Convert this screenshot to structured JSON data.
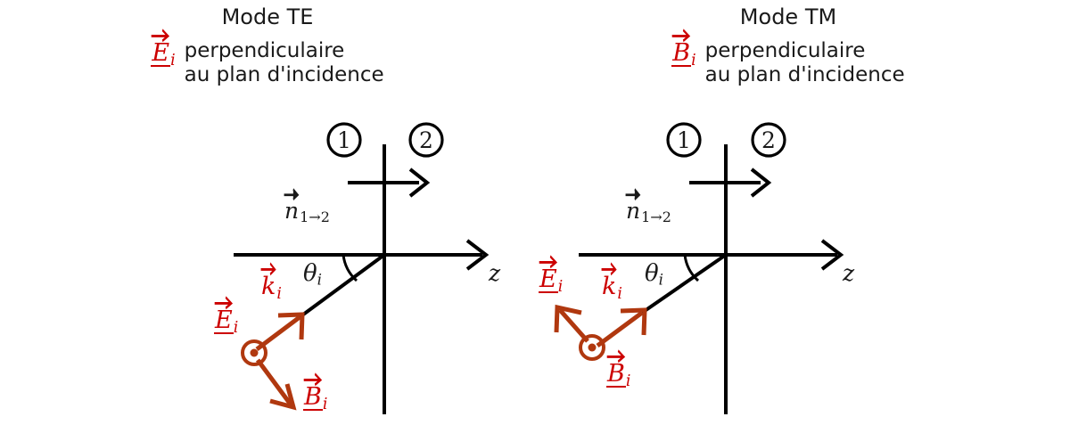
{
  "figure": {
    "background": "#ffffff",
    "vector_color": "#b0380f",
    "label_color": "#cc0000",
    "line_color": "#000000"
  },
  "panels": [
    {
      "id": "te",
      "title": "Mode TE",
      "caption": {
        "symbol_letter": "E",
        "symbol_sub": "i",
        "line1": "perpendiculaire",
        "line2": "au plan d'incidence"
      },
      "media": {
        "region1": "1",
        "region2": "2"
      },
      "normal_label": {
        "letter": "n",
        "sub": "1→2"
      },
      "axis_label": "z",
      "angle_label": {
        "letter": "θ",
        "sub": "i"
      },
      "vectors": [
        {
          "name": "k",
          "sub": "i",
          "underlined": false,
          "direction": "up-right"
        },
        {
          "name": "E",
          "sub": "i",
          "underlined": true,
          "direction": "out-of-page"
        },
        {
          "name": "B",
          "sub": "i",
          "underlined": true,
          "direction": "down-right"
        }
      ]
    },
    {
      "id": "tm",
      "title": "Mode TM",
      "caption": {
        "symbol_letter": "B",
        "symbol_sub": "i",
        "line1": "perpendiculaire",
        "line2": "au plan d'incidence"
      },
      "media": {
        "region1": "1",
        "region2": "2"
      },
      "normal_label": {
        "letter": "n",
        "sub": "1→2"
      },
      "axis_label": "z",
      "angle_label": {
        "letter": "θ",
        "sub": "i"
      },
      "vectors": [
        {
          "name": "k",
          "sub": "i",
          "underlined": false,
          "direction": "up-right"
        },
        {
          "name": "E",
          "sub": "i",
          "underlined": true,
          "direction": "up-left"
        },
        {
          "name": "B",
          "sub": "i",
          "underlined": true,
          "direction": "out-of-page"
        }
      ]
    }
  ]
}
